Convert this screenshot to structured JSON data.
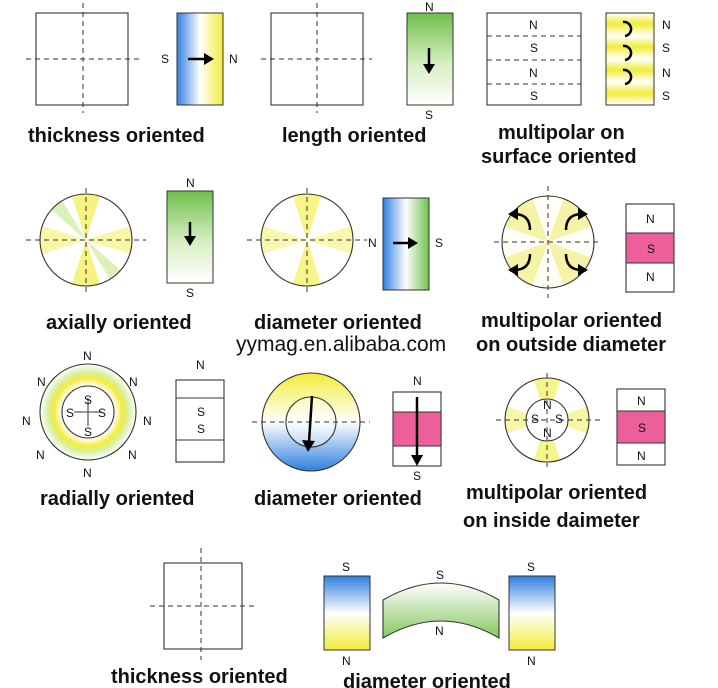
{
  "captions": {
    "c1": "thickness oriented",
    "c2": "length oriented",
    "c3a": "multipolar on",
    "c3b": "surface oriented",
    "c4": "axially oriented",
    "c5": "diameter oriented",
    "c6a": "multipolar oriented",
    "c6b": "on outside diameter",
    "c7": "radially oriented",
    "c8": "diameter oriented",
    "c9a": "multipolar oriented",
    "c9b": "on inside daimeter",
    "c10": "thickness oriented",
    "c11": "diameter oriented"
  },
  "watermark": "yymag.en.alibaba.com",
  "poles": {
    "north": "N",
    "south": "S"
  },
  "colors": {
    "blue": "#2f7fe0",
    "yellow": "#f2ec3a",
    "green": "#6fbf4a",
    "pink": "#ec5f9a"
  }
}
